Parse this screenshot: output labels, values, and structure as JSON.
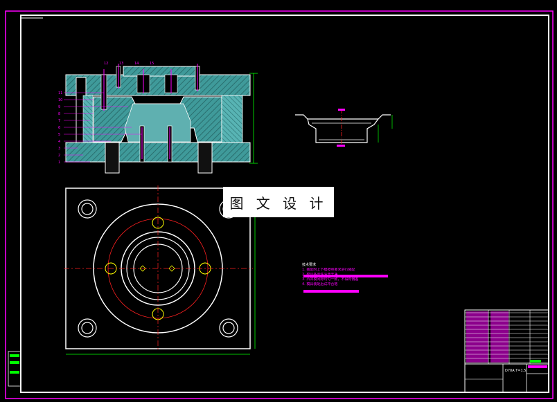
{
  "drawing": {
    "watermark": "图 文 设 计",
    "part_numbers": [
      "11",
      "10",
      "9",
      "8",
      "7",
      "6",
      "5",
      "4",
      "3",
      "2",
      "1"
    ],
    "top_labels": [
      "12",
      "13",
      "14",
      "15"
    ],
    "title_block_text": "D70A  T=1.5",
    "tech_notes": {
      "heading": "技术要求",
      "lines": [
        "1. 装配时上下模按照要求进行装配",
        "2. 模具各零件清洗干净",
        "3. 凸凹模间隙均匀一致，不得有偏差",
        "4. 模具装配后试冲合格"
      ]
    },
    "colors": {
      "frame": "#ff00ff",
      "border": "#ffffff",
      "section_fill": "#4aa3a3",
      "center_line": "#ff2020",
      "hole_ring": "#ffff00",
      "dimension": "#00ff00"
    }
  }
}
